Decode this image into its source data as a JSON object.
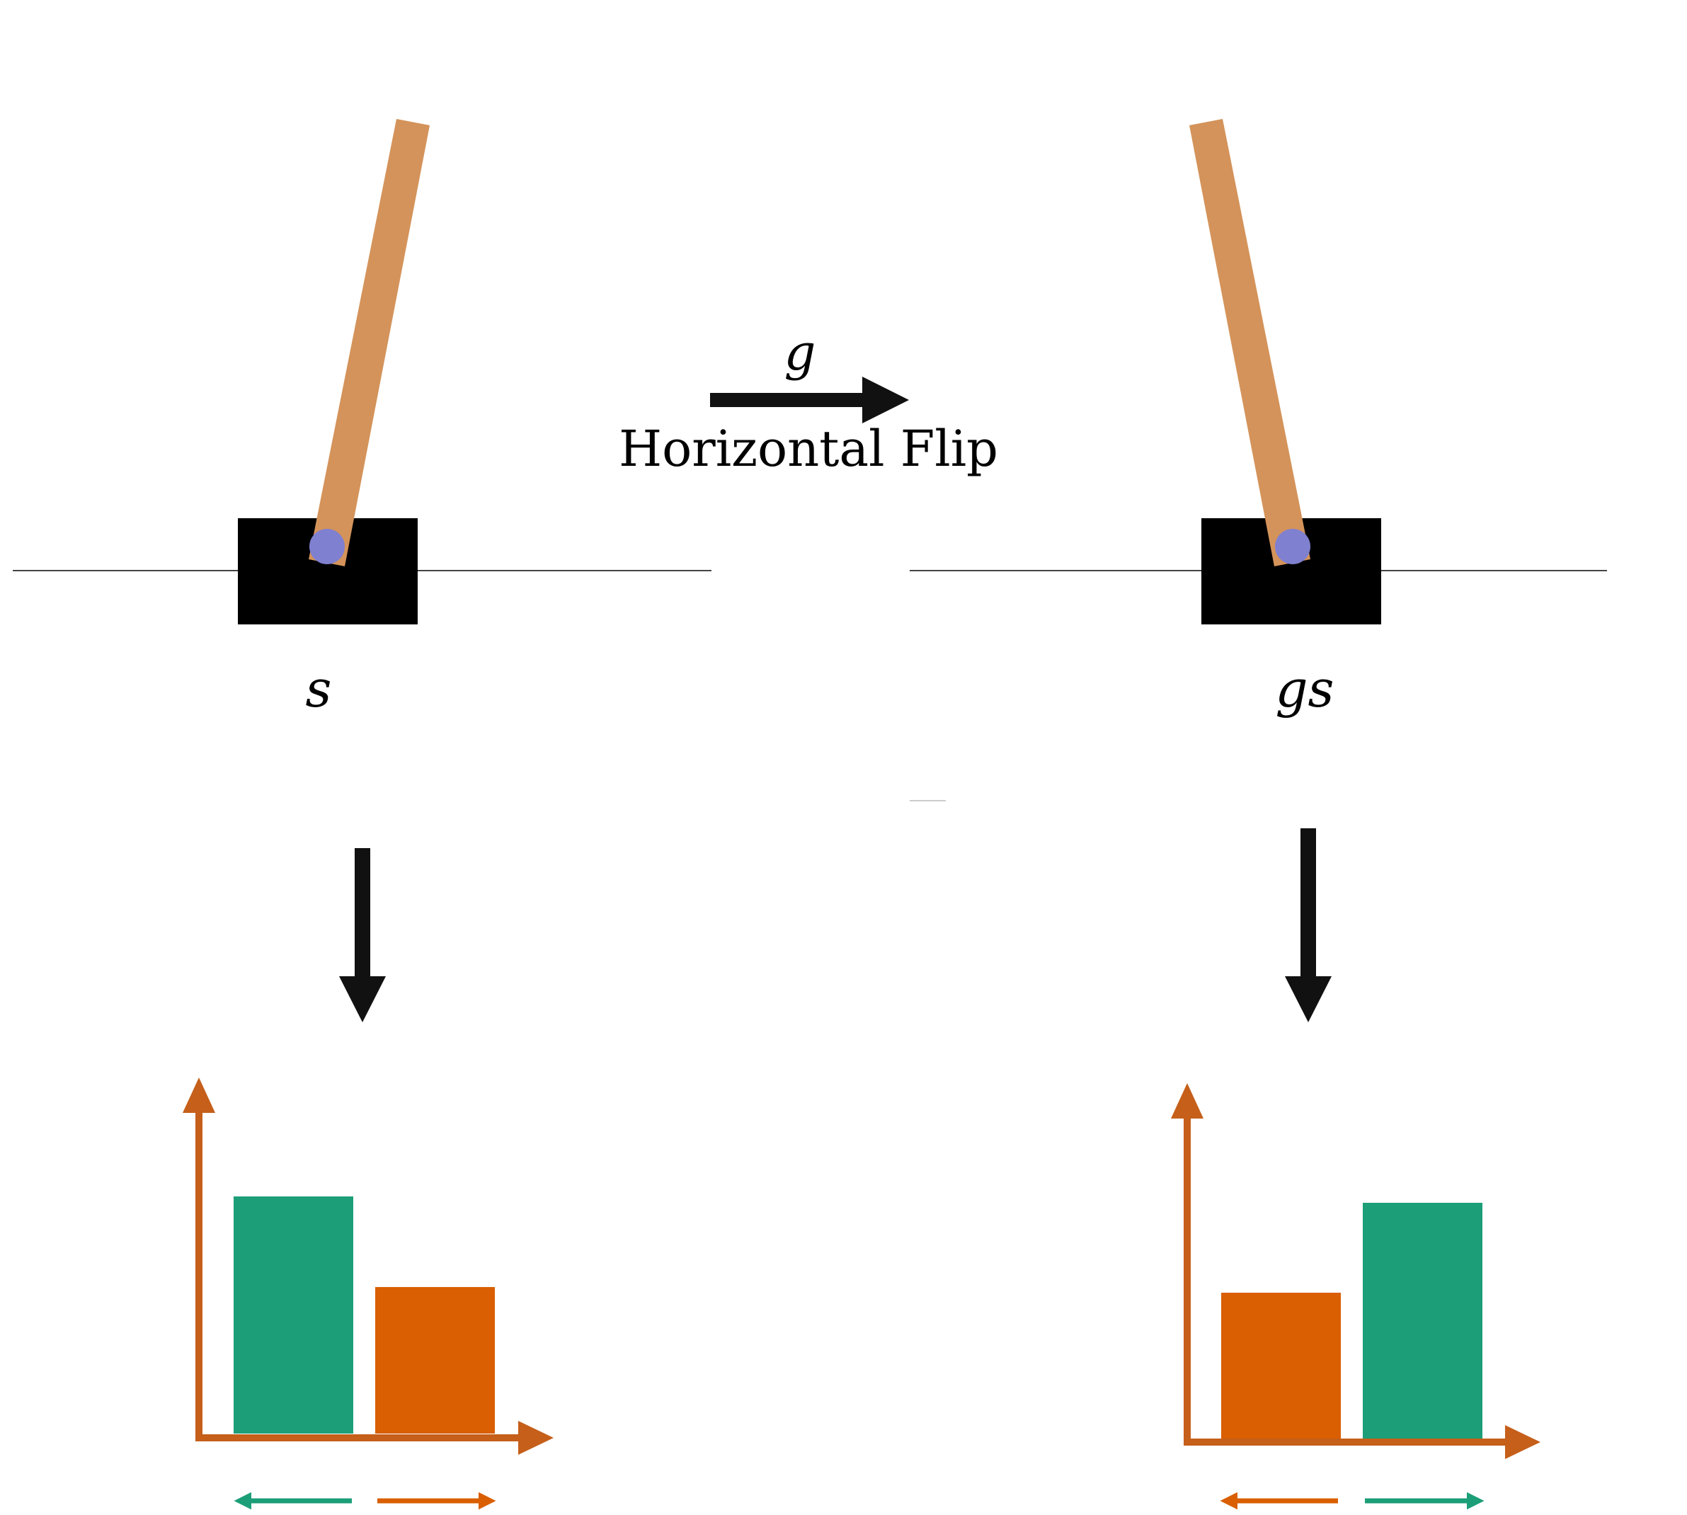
{
  "transform": {
    "symbol": "g",
    "name": "Horizontal Flip"
  },
  "states": {
    "original": {
      "label": "s"
    },
    "flipped": {
      "label": "gs"
    }
  },
  "colors": {
    "pole": "#d4935a",
    "cart": "#000000",
    "joint": "#8080d0",
    "track": "#444444",
    "arrow": "#111111",
    "axis": "#c55f1a",
    "green": "#1c9e78",
    "orange": "#d95f02"
  },
  "panels": {
    "left": {
      "pole_tilt": "right",
      "bar_order": [
        "green",
        "orange"
      ],
      "action_arrows": [
        "left",
        "right"
      ]
    },
    "right": {
      "pole_tilt": "left",
      "bar_order": [
        "orange",
        "green"
      ],
      "action_arrows": [
        "left",
        "right"
      ]
    }
  }
}
